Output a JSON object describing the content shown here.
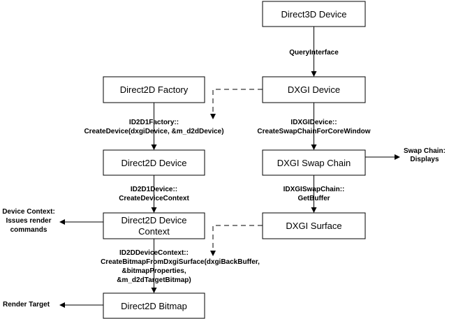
{
  "boxes": {
    "direct3d_device": "Direct3D Device",
    "dxgi_device": "DXGI Device",
    "direct2d_factory": "Direct2D Factory",
    "direct2d_device": "Direct2D Device",
    "dxgi_swap_chain": "DXGI Swap Chain",
    "direct2d_device_context": [
      "Direct2D Device",
      "Context"
    ],
    "dxgi_surface": "DXGI Surface",
    "direct2d_bitmap": "Direct2D Bitmap"
  },
  "labels": {
    "query_interface": "QueryInterface",
    "create_device": [
      "ID2D1Factory::",
      "CreateDevice(dxgiDevice, &m_d2dDevice)"
    ],
    "create_swap_chain": [
      "IDXGIDevice::",
      "CreateSwapChainForCoreWindow"
    ],
    "create_device_context": [
      "ID2D1Device::",
      "CreateDeviceContext"
    ],
    "get_buffer": [
      "IDXGISwapChain::",
      "GetBuffer"
    ],
    "create_bitmap": [
      "ID2DDeviceContext::",
      "CreateBitmapFromDxgiSurface(dxgiBackBuffer,",
      "&bitmapProperties,",
      "&m_d2dTargetBitmap)"
    ],
    "swap_chain_displays": [
      "Swap Chain:",
      "Displays"
    ],
    "device_context_note": [
      "Device Context:",
      "Issues render",
      "commands"
    ],
    "render_target": "Render Target"
  }
}
